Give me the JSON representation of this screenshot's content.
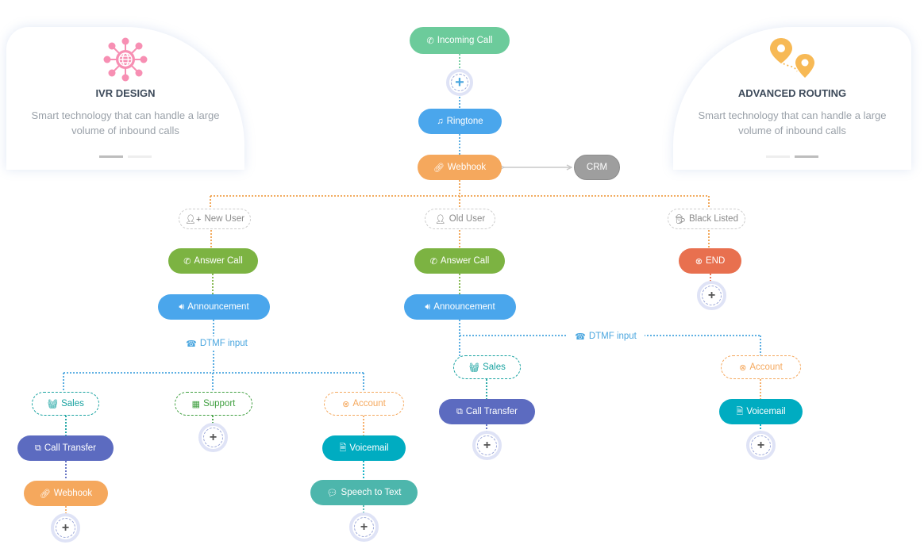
{
  "cards": {
    "left": {
      "title": "IVR DESIGN",
      "description": "Smart technology that can handle a large volume of inbound calls",
      "icon": "network-globe-icon",
      "color": "#f78fb3"
    },
    "right": {
      "title": "ADVANCED ROUTING",
      "description": "Smart technology that can handle a large volume of inbound calls",
      "icon": "map-pin-route-icon",
      "color": "#f7b955"
    }
  },
  "nodes": {
    "incoming_call": {
      "label": "Incoming Call",
      "icon": "phone-icon",
      "color": "#6ccb9b"
    },
    "ringtone": {
      "label": "Ringtone",
      "icon": "music-icon",
      "color": "#4aa6ec"
    },
    "webhook_main": {
      "label": "Webhook",
      "icon": "link-icon",
      "color": "#f5a85d"
    },
    "crm": {
      "label": "CRM",
      "color": "#9e9e9e"
    },
    "answer_call_new": {
      "label": "Answer Call",
      "icon": "phone-icon",
      "color": "#7cb342"
    },
    "announcement_new": {
      "label": "Announcement",
      "icon": "volume-icon",
      "color": "#4aa6ec"
    },
    "answer_call_old": {
      "label": "Answer Call",
      "icon": "phone-icon",
      "color": "#7cb342"
    },
    "announcement_old": {
      "label": "Announcement",
      "icon": "volume-icon",
      "color": "#4aa6ec"
    },
    "end": {
      "label": "END",
      "icon": "close-circle-icon",
      "color": "#e8704f"
    },
    "call_transfer_left": {
      "label": "Call Transfer",
      "icon": "external-link-icon",
      "color": "#5c6bc0"
    },
    "webhook_left": {
      "label": "Webhook",
      "icon": "link-icon",
      "color": "#f5a85d"
    },
    "voicemail_left": {
      "label": "Voicemail",
      "icon": "file-icon",
      "color": "#00acc1"
    },
    "speech_to_text": {
      "label": "Speech to Text",
      "icon": "comment-icon",
      "color": "#4db6ac"
    },
    "call_transfer_right": {
      "label": "Call Transfer",
      "icon": "external-link-icon",
      "color": "#5c6bc0"
    },
    "voicemail_right": {
      "label": "Voicemail",
      "icon": "file-icon",
      "color": "#00acc1"
    }
  },
  "branches": {
    "new_user": {
      "label": "New User",
      "icon": "user-plus-icon"
    },
    "old_user": {
      "label": "Old User",
      "icon": "user-icon"
    },
    "black_listed": {
      "label": "Black Listed",
      "icon": "user-secret-icon"
    },
    "sales_left": {
      "label": "Sales",
      "icon": "basket-icon",
      "color": "#17a2a0"
    },
    "support_left": {
      "label": "Support",
      "icon": "calculator-icon",
      "color": "#3f9f3f"
    },
    "account_left": {
      "label": "Account",
      "icon": "close-circle-icon",
      "color": "#f5a85d"
    },
    "sales_right": {
      "label": "Sales",
      "icon": "basket-icon",
      "color": "#17a2a0"
    },
    "account_right": {
      "label": "Account",
      "icon": "close-circle-icon",
      "color": "#f5a85d"
    }
  },
  "dtmf": {
    "left": {
      "label": "DTMF input",
      "icon": "phone-keypad-icon"
    },
    "right": {
      "label": "DTMF input",
      "icon": "phone-keypad-icon"
    }
  },
  "colors": {
    "connector_orange": "#f0a04b",
    "connector_blue": "#4aa6df",
    "connector_green": "#6ccb9b",
    "add_ring": "#dfe3f6"
  }
}
